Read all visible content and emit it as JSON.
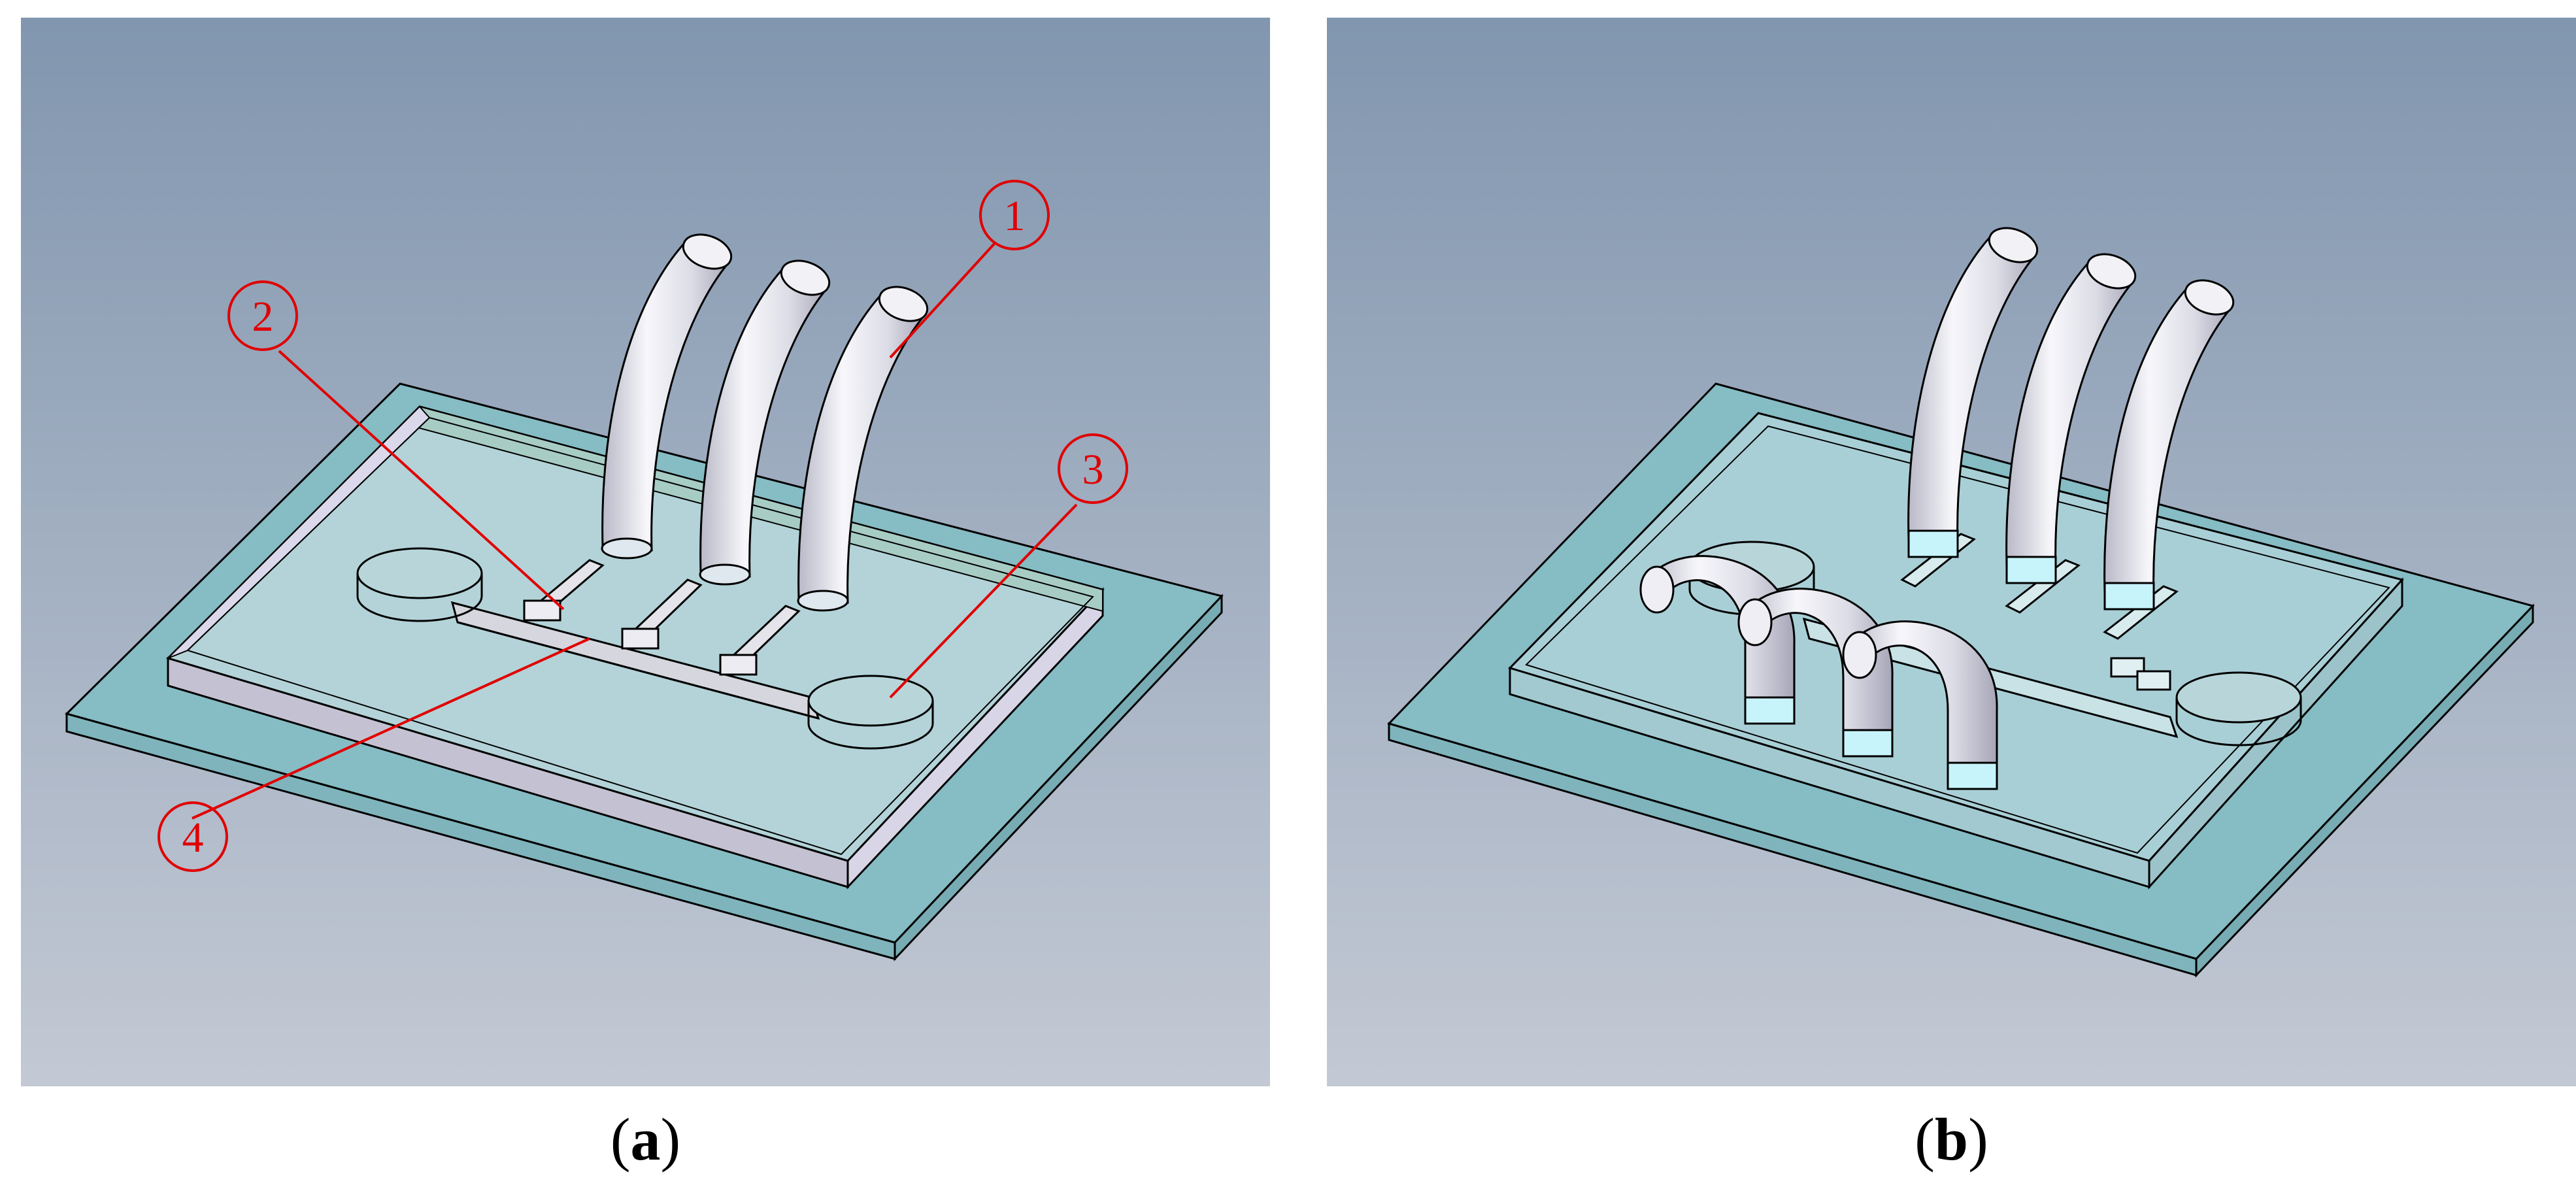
{
  "panel_a": {
    "caption_open": "(",
    "caption_letter": "a",
    "caption_close": ")",
    "callouts": [
      "1",
      "2",
      "3",
      "4"
    ]
  },
  "panel_b": {
    "caption_open": "(",
    "caption_letter": "b",
    "caption_close": ")"
  },
  "colors": {
    "background_top": "#8196af",
    "background_bottom": "#c3c9d4",
    "glass_base": "#86bcc4",
    "chip_face": "#a9cfd6",
    "tube": "#e6e6ee",
    "callout": "#e00000",
    "cyan_ring": "#c7f4fa"
  }
}
